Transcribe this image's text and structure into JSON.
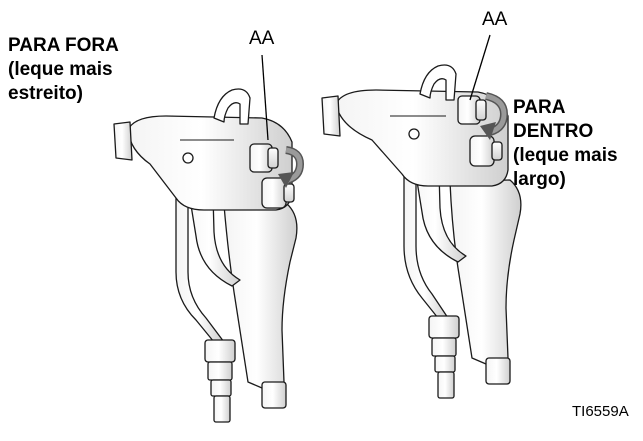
{
  "labels": {
    "out_line1": "PARA FORA",
    "out_line2": "(leque mais",
    "out_line3": "estreito)",
    "in_line1": "PARA",
    "in_line2": "DENTRO",
    "in_line3": "(leque mais",
    "in_line4": "largo)",
    "aa_left": "AA",
    "aa_right": "AA",
    "figure_id": "TI6559A"
  },
  "icons": {
    "left_rotation_arrow": "curved-arrow-icon",
    "right_rotation_arrow": "curved-arrow-icon"
  }
}
